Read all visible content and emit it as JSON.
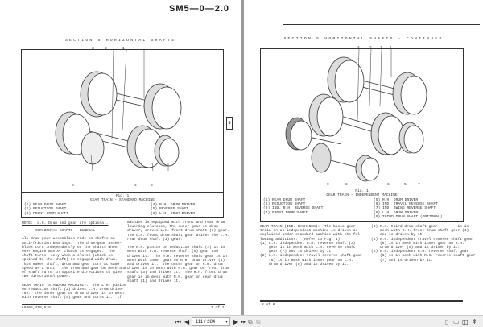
{
  "left_page": {
    "doc_number": "SM5—0—2.0",
    "section_title": "SECTION 5 HORIZONTAL SHAFTS",
    "tab_label": "5",
    "figure": {
      "callouts_top": [
        "3",
        "2",
        "1"
      ],
      "callouts_bottom": [
        "6",
        "4",
        "5"
      ],
      "caption": "Fig. 1",
      "subtitle": "GEAR TRAIN - STANDARD MACHINE",
      "legend_left": [
        "(1) REAR DRUM SHAFT",
        "(2) REDUCTION SHAFT",
        "(3) FRONT DRUM SHAFT"
      ],
      "legend_right": [
        "(4) R.H. DRUM DRIVER",
        "(5) REVERSE SHAFT",
        "(6) L.H. DRUM DRIVER"
      ]
    },
    "note": "NOTE:  L.H. Drum and gear are optional.",
    "col1": "      HORIZONTAL SHAFTS - GENERAL\n\nAll drum-gear assemblies ride on shafts on\nanti-friction bearings.  The drum-gear assem-\nblies turn independently on the shafts when\never engine master clutch is engaged.  The\nshaft turns, only when a clutch (which is\nsplined to the shaft) is engaged with drum.\nThis makes shaft, drum and gear turn at same\nspeed as a unit.  The drum and gear on mesh and\nof shaft turns in opposite directions to give\ntwo directional power.\n\nGEAR TRAIN (STANDARD MACHINE):  The L.H. pinion\non reduction shaft (2) drives L.H. drum driver\n(6).  The inner gear on drum driver is in mesh\nwith reverse shaft (5) gear and turns it.  If",
    "col2": "machine is equipped with front and rear drum\nlowering clutches, the outer gear on drum\ndriver, drives L.H. front drum shaft (3) gear.\nThe L.H. front drum shaft gear drives the L.H.\nrear drum shaft (1) gear.\n\nThe R.H. pinion on reduction shaft (2) is in\nmesh with R.H. reverse shaft (5) gear and\ndrives it.  The R.H. reverse shaft gear is in\nmesh with inner gear on R.H. drum driver (4)\nand drives it.  The outer gear on R.H. drum\ndriver is in mesh with R.H. gear on front drum\nshaft (3) and drives it.  The R.H. front drum\ngear is in mesh with R.H. gear on rear drum\nshaft (1) and drives it.",
    "footer_left": "L9408,418,518",
    "footer_right": "1 of 2"
  },
  "right_page": {
    "section_title": "SECTION 5 HORIZONTAL SHAFTS - CONTINUED",
    "figure": {
      "callouts_top": [
        "4",
        "2",
        "3",
        "1"
      ],
      "callouts_bottom": [
        "9",
        "8",
        "6",
        "5",
        "7"
      ],
      "caption": "Fig. 1",
      "subtitle": "GEAR TRAIN - INDEPENDENT MACHINE",
      "legend_left": [
        "(1) REAR DRUM SHAFT",
        "(2) REDUCTION SHAFT",
        "(3) IND. R.H. REVERSE SHAFT",
        "(4) FRONT DRUM SHAFT"
      ],
      "legend_right": [
        "(5) R.H. DRUM DRIVER",
        "(6) IND. TRAVEL REVERSE SHAFT",
        "(7) IND. SWING REVERSE SHAFT",
        "(8) L.H. DRUM DRIVER",
        "(9) THIRD DRUM SHAFT (OPTIONAL)"
      ]
    },
    "col1": "GEAR TRAIN (IND. MACHINES):  The basic gear\ntrain on an independent machine is driven as\nexplained under standard machine with the fol-\nlowing additions:  (Refer to Fig. 1)\n(1) L.H. independent R.H. reverse shaft (3)\n    gear is in mesh with L.H. reverse shaft\n    gear (7) and is driven by it.\n(2) L.H. independent travel reverse shaft gear\n    (6) is in mesh with inner gear on L.H.\n    drum driver (8) and is driven by it.",
    "col2": "(3) R.H. third drum shaft gear         is in\n    mesh with R.H. front drum shaft gear (4)\n    and is driven by it.\n(4) R.H. independent travel reverse shaft gear\n    (6) is in mesh with inner gear on R.H.\n    drum driver (5) and is driven by it.\n(5) R.H. independent R.H. reverse shaft gear\n    (3) is in mesh with R.H. reverse shaft gear\n    (7) and is driven by it.",
    "footer_left": "2 of 2"
  },
  "toolbar": {
    "page_indicator": "111 / 284",
    "icons": [
      "first-page-icon",
      "prev-page-icon",
      "dropdown-icon",
      "next-page-icon",
      "last-page-icon",
      "single-page-icon",
      "bookmark-icon",
      "two-page-icon",
      "fit-icon"
    ]
  }
}
